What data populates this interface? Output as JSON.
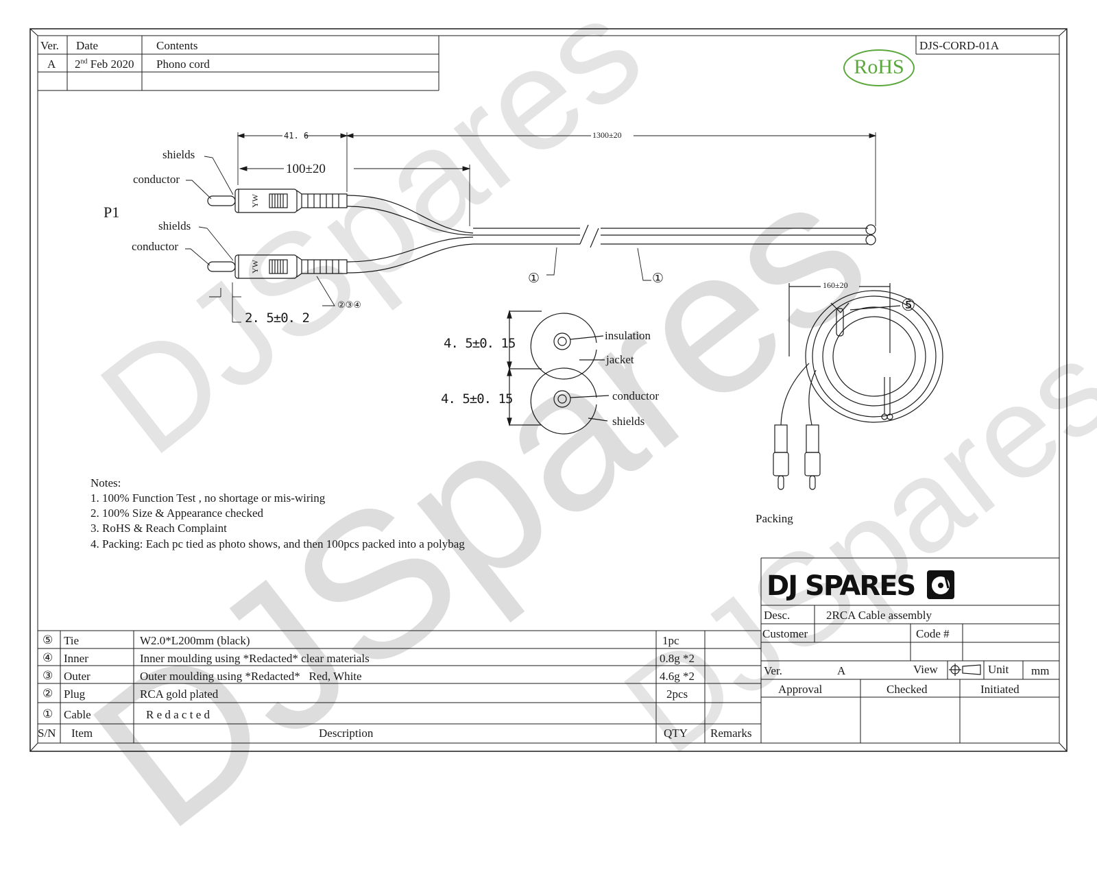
{
  "doc_id": "DJS-CORD-01A",
  "rohs_label": "RoHS",
  "revision_table": {
    "headers": [
      "Ver.",
      "Date",
      "Contents"
    ],
    "rows": [
      {
        "ver": "A",
        "date_day": "2",
        "date_sup": "nd",
        "date_rest": " Feb 2020",
        "contents": "Phono cord"
      }
    ]
  },
  "drawing": {
    "plug_label": "P1",
    "labels": {
      "shields": "shields",
      "conductor": "conductor",
      "insulation": "insulation",
      "jacket": "jacket",
      "plug_mark": "YW"
    },
    "dimensions": {
      "plug_length": "41. 6",
      "split_length": "100±20",
      "total_length": "1300±20",
      "pin_diameter": "2. 5±0. 2",
      "cable_diameter_top": "4. 5±0. 15",
      "cable_diameter_bottom": "4. 5±0. 15",
      "coil_width": "160±20"
    },
    "callouts": {
      "cable_left": "①",
      "cable_right": "①",
      "plug_parts": "②③④",
      "tie": "⑤"
    },
    "packing_label": "Packing"
  },
  "notes": {
    "title": "Notes:",
    "items": [
      "1. 100% Function Test , no shortage or mis-wiring",
      "2. 100% Size & Appearance checked",
      "3. RoHS & Reach Complaint",
      "4. Packing: Each pc tied as photo shows, and then 100pcs packed into a polybag"
    ]
  },
  "bom": {
    "rows": [
      {
        "sn": "⑤",
        "item": "Tie",
        "description": "W2.0*L200mm (black)",
        "qty": "1pc",
        "remarks": ""
      },
      {
        "sn": "④",
        "item": "Inner",
        "description": "Inner moulding using *Redacted* clear materials",
        "qty": "0.8g *2",
        "remarks": ""
      },
      {
        "sn": "③",
        "item": "Outer",
        "description": "Outer moulding using *Redacted*   Red, White",
        "qty": "4.6g *2",
        "remarks": ""
      },
      {
        "sn": "②",
        "item": "Plug",
        "description": "RCA gold plated",
        "qty": "2pcs",
        "remarks": ""
      },
      {
        "sn": "①",
        "item": "Cable",
        "description": "R e d a c t e d",
        "qty": "",
        "remarks": ""
      }
    ],
    "headers": {
      "sn": "S/N",
      "item": "Item",
      "description": "Description",
      "qty": "QTY",
      "remarks": "Remarks"
    }
  },
  "title_block": {
    "brand": "DJ SPARES",
    "desc_label": "Desc.",
    "desc_value": "2RCA Cable assembly",
    "customer_label": "Customer",
    "code_label": "Code #",
    "ver_label": "Ver.",
    "ver_value": "A",
    "view_label": "View",
    "unit_label": "Unit",
    "unit_value": "mm",
    "approval_label": "Approval",
    "checked_label": "Checked",
    "initiated_label": "Initiated"
  },
  "watermark": "DJSpares",
  "colors": {
    "rohs": "#5aa83c",
    "line": "#1a1a1a"
  }
}
